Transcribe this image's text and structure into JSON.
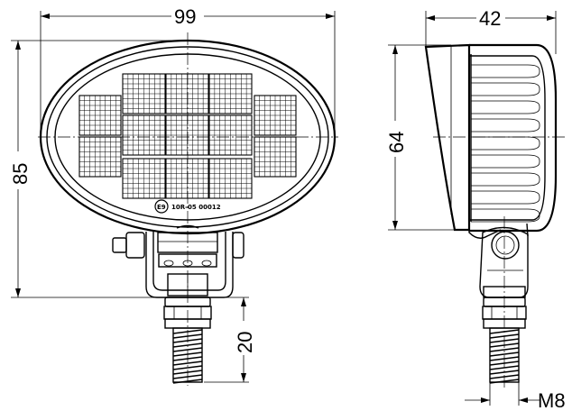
{
  "dimensions": {
    "width_front": "99",
    "height_total": "85",
    "depth_side": "42",
    "height_side": "64",
    "bolt_length": "20",
    "thread_size": "M8"
  },
  "markings": {
    "approval_symbol": "E9",
    "approval_number": "10R-05 00012"
  },
  "colors": {
    "line": "#000000",
    "background": "#ffffff"
  }
}
